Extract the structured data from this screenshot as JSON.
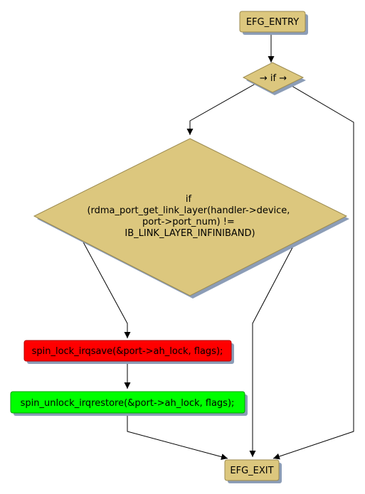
{
  "colors": {
    "node_fill": "#dcc77e",
    "lock_fill": "#ff0000",
    "unlock_fill": "#00ff00",
    "shadow": "#8c9db7",
    "edge": "#000000"
  },
  "nodes": {
    "entry": {
      "label": "EFG_ENTRY"
    },
    "if_small": {
      "label": "→ if →"
    },
    "if_big": {
      "lines": [
        "if",
        "(rdma_port_get_link_layer(handler->device,",
        "port->port_num) !=",
        "IB_LINK_LAYER_INFINIBAND)"
      ]
    },
    "lock": {
      "label": "spin_lock_irqsave(&port->ah_lock, flags);"
    },
    "unlock": {
      "label": "spin_unlock_irqrestore(&port->ah_lock, flags);"
    },
    "exit": {
      "label": "EFG_EXIT"
    }
  }
}
